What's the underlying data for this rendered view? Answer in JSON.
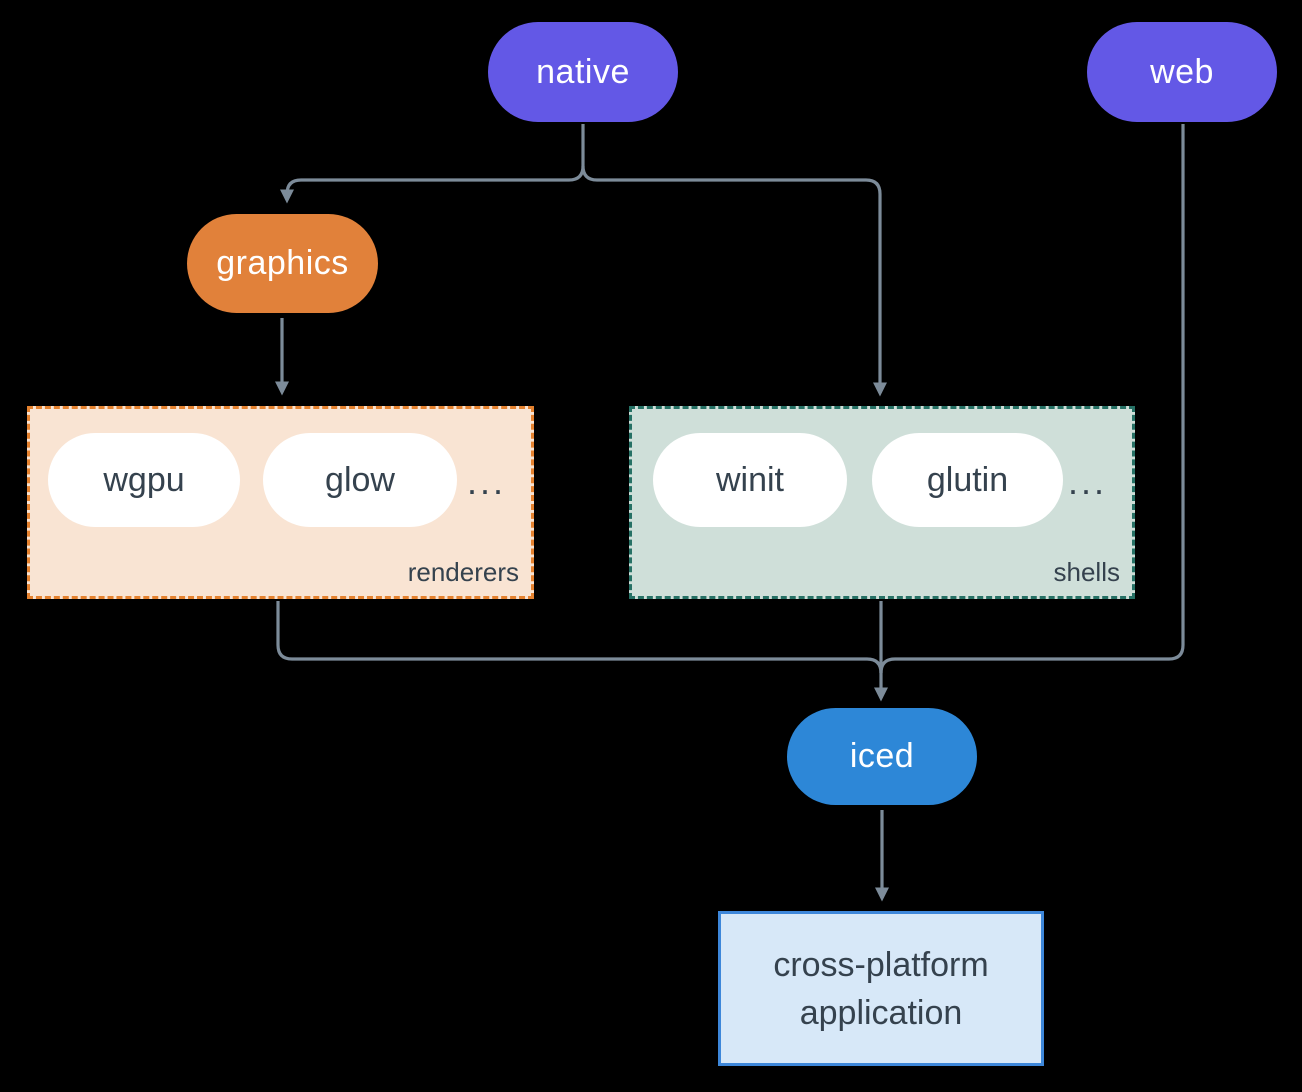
{
  "diagram": {
    "background_color": "#000000",
    "connector_color": "#7c8b99",
    "nodes": {
      "native": {
        "label": "native",
        "fill": "#6358e6",
        "text_color": "#ffffff"
      },
      "web": {
        "label": "web",
        "fill": "#6358e6",
        "text_color": "#ffffff"
      },
      "graphics": {
        "label": "graphics",
        "fill": "#e1813a",
        "text_color": "#ffffff"
      },
      "iced": {
        "label": "iced",
        "fill": "#2d87d7",
        "text_color": "#ffffff"
      },
      "application": {
        "line1": "cross-platform",
        "line2": "application",
        "fill": "#d7e8f8",
        "border_color": "#3d87da",
        "text_color": "#35424e"
      }
    },
    "groups": {
      "renderers": {
        "label": "renderers",
        "fill": "#f9e4d3",
        "border_color": "#e5822f",
        "text_color": "#35424e",
        "items": [
          "wgpu",
          "glow"
        ],
        "ellipsis": "..."
      },
      "shells": {
        "label": "shells",
        "fill": "#cfdfd9",
        "border_color": "#267165",
        "text_color": "#35424e",
        "items": [
          "winit",
          "glutin"
        ],
        "ellipsis": "..."
      }
    }
  }
}
